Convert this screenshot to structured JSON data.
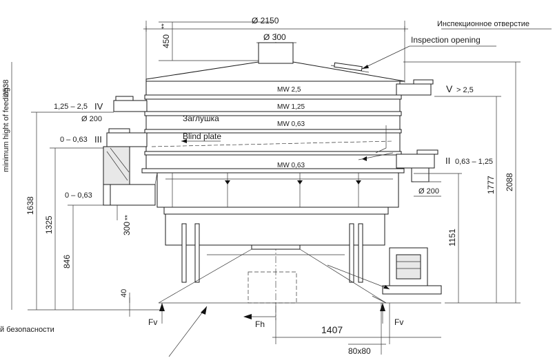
{
  "labels": {
    "dia_2150": "Ø 2150",
    "dia_300": "Ø 300",
    "dim_450": "450",
    "star_top": "**",
    "inspection_ru": "Инспекционное отверстие",
    "inspection_en": "Inspection opening",
    "mw_25": "MW  2,5",
    "mw_125": "MW  1,25",
    "mw_063a": "MW  0,63",
    "mw_063b": "MW  0,63",
    "outlet_v_num": "V",
    "outlet_v_val": "> 2,5",
    "outlet_iv": "1,25  –  2,5",
    "roman_iv": "IV",
    "dia_200_left": "Ø 200",
    "plug_ru": "Заглушка",
    "blind_en": "Blind plate",
    "outlet_iii": "0  –  0,63",
    "roman_iii": "III",
    "outlet_ii": "0,63  –  1,25",
    "roman_ii": "II",
    "dia_200_right": "Ø 200",
    "outlet_i": "0  –  0,63",
    "dim_300": "300",
    "star_300": "**",
    "dim_1638": "1638",
    "dim_1325": "1325",
    "dim_846": "846",
    "dim_40": "40",
    "dim_1151": "1151",
    "dim_1777": "1777",
    "dim_2088": "2088",
    "dim_2538": "2538",
    "min_height": "minimum hight of feeding:",
    "fv_left": "Fv",
    "fv_right": "Fv",
    "fh": "Fh",
    "dim_1407": "1407",
    "dim_80x80": "80x80",
    "safety": "й безопасности"
  }
}
